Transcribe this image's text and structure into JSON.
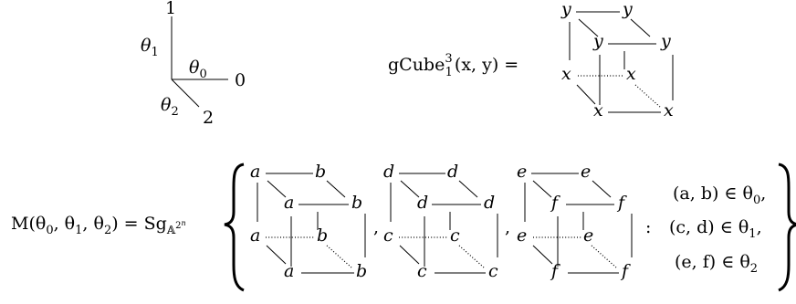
{
  "axes": {
    "label_1": "1",
    "label_0": "0",
    "label_2": "2",
    "theta_1": "θ",
    "theta_1_sub": "1",
    "theta_0": "θ",
    "theta_0_sub": "0",
    "theta_2": "θ",
    "theta_2_sub": "2"
  },
  "gcube": {
    "name": "gCube",
    "superscript": "3",
    "subscript": "1",
    "args": "(x, y) =",
    "arg_x": "x",
    "arg_y": "y",
    "vertices": {
      "top": "y",
      "mid": "x"
    }
  },
  "mfunc": {
    "lhs": "M(θ",
    "lhs_sub0": "0",
    "lhs_comma1": ", θ",
    "lhs_sub1": "1",
    "lhs_comma2": ", θ",
    "lhs_sub2": "2",
    "lhs_close": ") = Sg",
    "sg_sub": "𝔸",
    "sg_sup": "2",
    "sg_supsup": "n",
    "separator": ",",
    "colon": ":",
    "cube1": {
      "a": "a",
      "b": "b"
    },
    "cube2": {
      "c": "c",
      "d": "d"
    },
    "cube3": {
      "e": "e",
      "f": "f"
    },
    "conditions": [
      {
        "pair": "(a, b) ∈ θ",
        "sub": "0",
        "tail": ","
      },
      {
        "pair": "(c, d) ∈ θ",
        "sub": "1",
        "tail": ","
      },
      {
        "pair": "(e, f) ∈ θ",
        "sub": "2",
        "tail": ""
      }
    ]
  }
}
